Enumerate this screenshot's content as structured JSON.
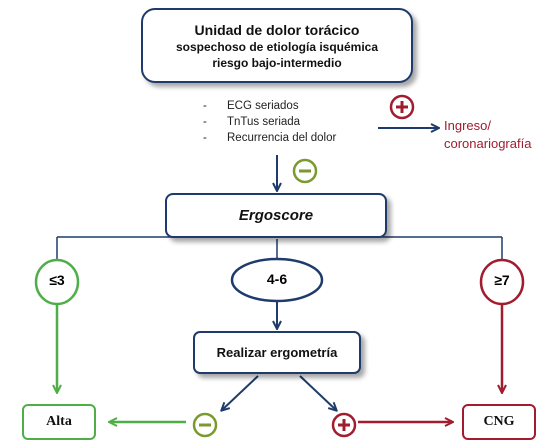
{
  "header_box": {
    "line1": "Unidad de dolor torácico",
    "line2": "sospechoso de etiología isquémica",
    "line3": "riesgo bajo-intermedio"
  },
  "criteria": [
    "ECG seriados",
    "TnTus seriada",
    "Recurrencia del dolor"
  ],
  "bullet": "-",
  "positive_outcome": {
    "line1": "Ingreso/",
    "line2": "coronariografía"
  },
  "ergoscore": {
    "label": "Ergoscore"
  },
  "branches": {
    "low": "≤3",
    "mid": "4-6",
    "high": "≥7"
  },
  "ergometry": {
    "label": "Realizar ergometría"
  },
  "outcomes": {
    "alta": "Alta",
    "cng": "CNG"
  },
  "colors": {
    "navy": "#1f3b6b",
    "green": "#4fae48",
    "red": "#a11c2f",
    "olive": "#7a9a2e"
  }
}
